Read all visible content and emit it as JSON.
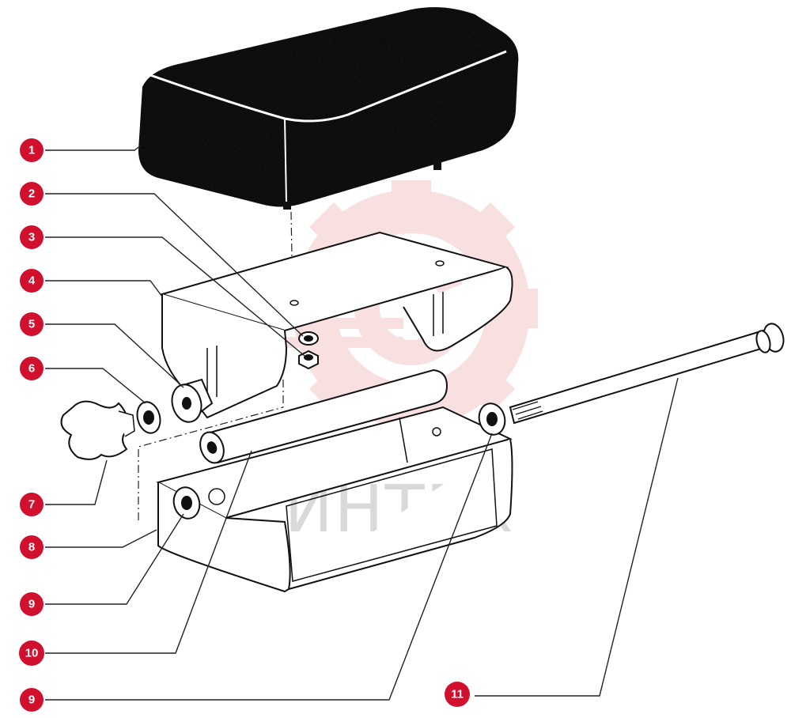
{
  "watermark": {
    "text": "ИНТЕХ",
    "color": "#d9d9d9",
    "logo_color": "#f5c7c7"
  },
  "callout_color": "#d0102c",
  "callouts": [
    {
      "id": "1",
      "label": "1",
      "part": "cushion"
    },
    {
      "id": "2",
      "label": "2",
      "part": "screw"
    },
    {
      "id": "3",
      "label": "3",
      "part": "nut"
    },
    {
      "id": "4",
      "label": "4",
      "part": "upper-bracket"
    },
    {
      "id": "5",
      "label": "5",
      "part": "spacer"
    },
    {
      "id": "6",
      "label": "6",
      "part": "washer"
    },
    {
      "id": "7",
      "label": "7",
      "part": "knob"
    },
    {
      "id": "8",
      "label": "8",
      "part": "lower-bracket"
    },
    {
      "id": "9a",
      "label": "9",
      "part": "washer"
    },
    {
      "id": "10",
      "label": "10",
      "part": "tube"
    },
    {
      "id": "9b",
      "label": "9",
      "part": "washer"
    },
    {
      "id": "11",
      "label": "11",
      "part": "bolt"
    }
  ]
}
